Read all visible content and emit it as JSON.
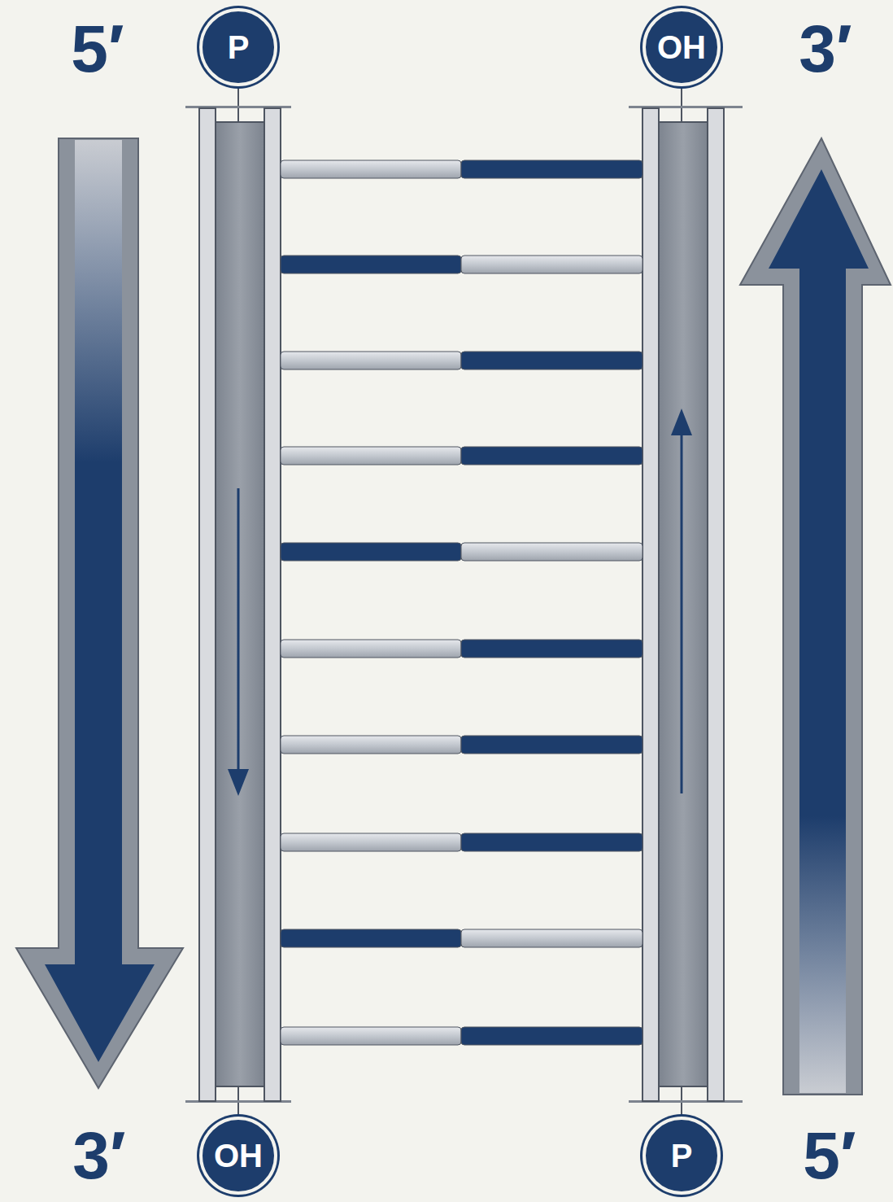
{
  "diagram": {
    "nodes": [
      {
        "text": [
          "P"
        ]
      },
      {
        "text": [
          "OH"
        ]
      },
      {
        "text": [
          "OH"
        ]
      },
      {
        "text": [
          "P"
        ]
      }
    ],
    "edges": [
      {
        "from": 0,
        "to": 2,
        "arrow": "none"
      },
      {
        "from": 3,
        "to": 1,
        "arrow": "none"
      }
    ],
    "labels": [
      "5′",
      "3′",
      "3′",
      "5′"
    ]
  }
}
